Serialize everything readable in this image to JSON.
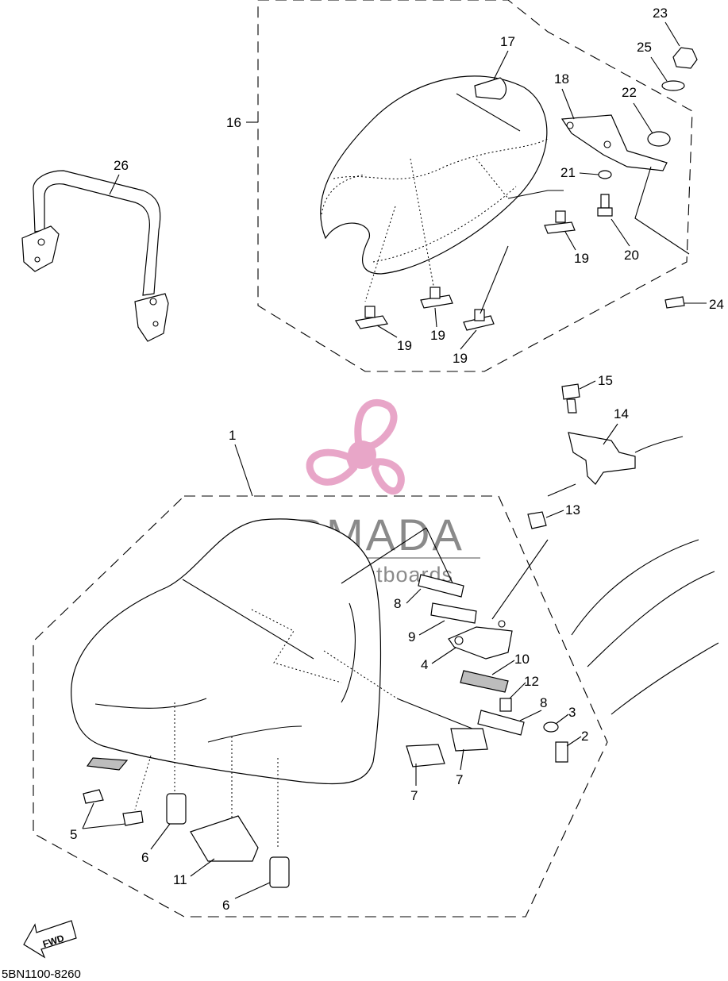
{
  "diagram": {
    "code": "5BN1100-8260",
    "fwd_label": "FWD",
    "callouts": {
      "c1": "1",
      "c2": "2",
      "c3": "3",
      "c4": "4",
      "c5": "5",
      "c6a": "6",
      "c6b": "6",
      "c7a": "7",
      "c7b": "7",
      "c8a": "8",
      "c8b": "8",
      "c9": "9",
      "c10": "10",
      "c11": "11",
      "c12": "12",
      "c13": "13",
      "c14": "14",
      "c15": "15",
      "c16": "16",
      "c17": "17",
      "c18": "18",
      "c19a": "19",
      "c19b": "19",
      "c19c": "19",
      "c19d": "19",
      "c20": "20",
      "c21": "21",
      "c22": "22",
      "c23": "23",
      "c24": "24",
      "c25": "25",
      "c26": "26"
    }
  },
  "watermark": {
    "brand": "ARMADA",
    "tagline": "marine outboards",
    "text_color": "#8a8a8a",
    "logo_color": "#e8a6c8"
  }
}
